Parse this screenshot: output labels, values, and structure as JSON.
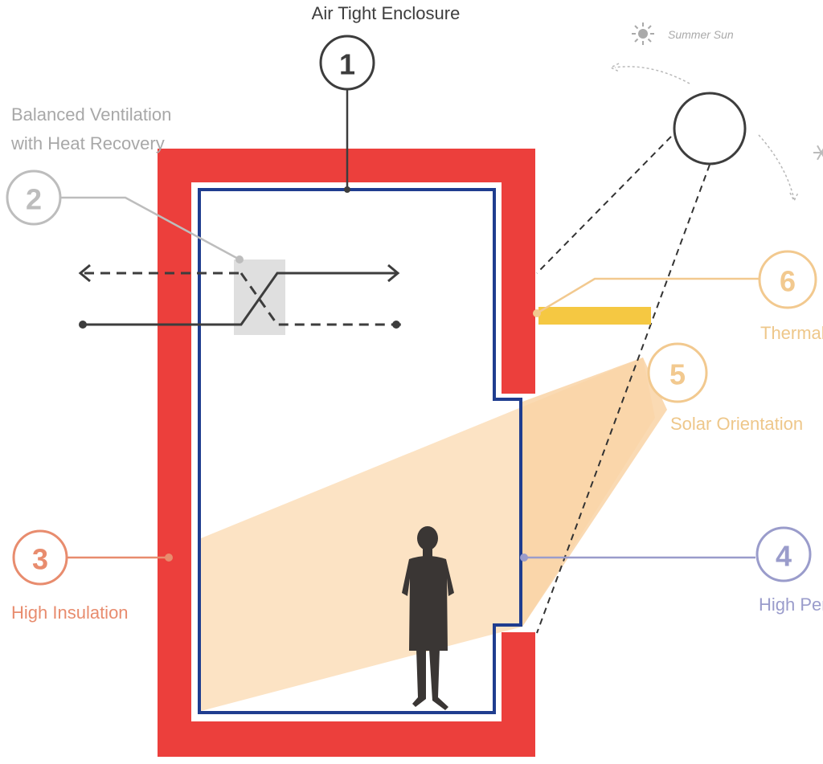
{
  "labels": {
    "air_tight": "Air Tight Enclosure",
    "ventilation_line1": "Balanced Ventilation",
    "ventilation_line2": "with Heat Recovery",
    "insulation": "High Insulation",
    "windows": "High Per",
    "solar": "Solar Orientation",
    "thermal": "Thermal",
    "summer_sun": "Summer Sun"
  },
  "markers": {
    "m1": "1",
    "m2": "2",
    "m3": "3",
    "m4": "4",
    "m5": "5",
    "m6": "6"
  },
  "colors": {
    "insulation_red": "#ec3f3c",
    "airtight_blue": "#1f3d8f",
    "dark_gray": "#3d3d3d",
    "light_gray": "#bdbdbd",
    "salmon": "#e88c6e",
    "periwinkle": "#9a9ccb",
    "light_orange": "#f2c98f",
    "shading_yellow": "#f5c842",
    "thermal_text": "#eec78a",
    "sunlight_fill": "#fce3c4"
  },
  "icons": {
    "sun_icon": "summer-sun-icon",
    "snow_icon": "winter-snowflake-icon",
    "person": "person-silhouette"
  }
}
